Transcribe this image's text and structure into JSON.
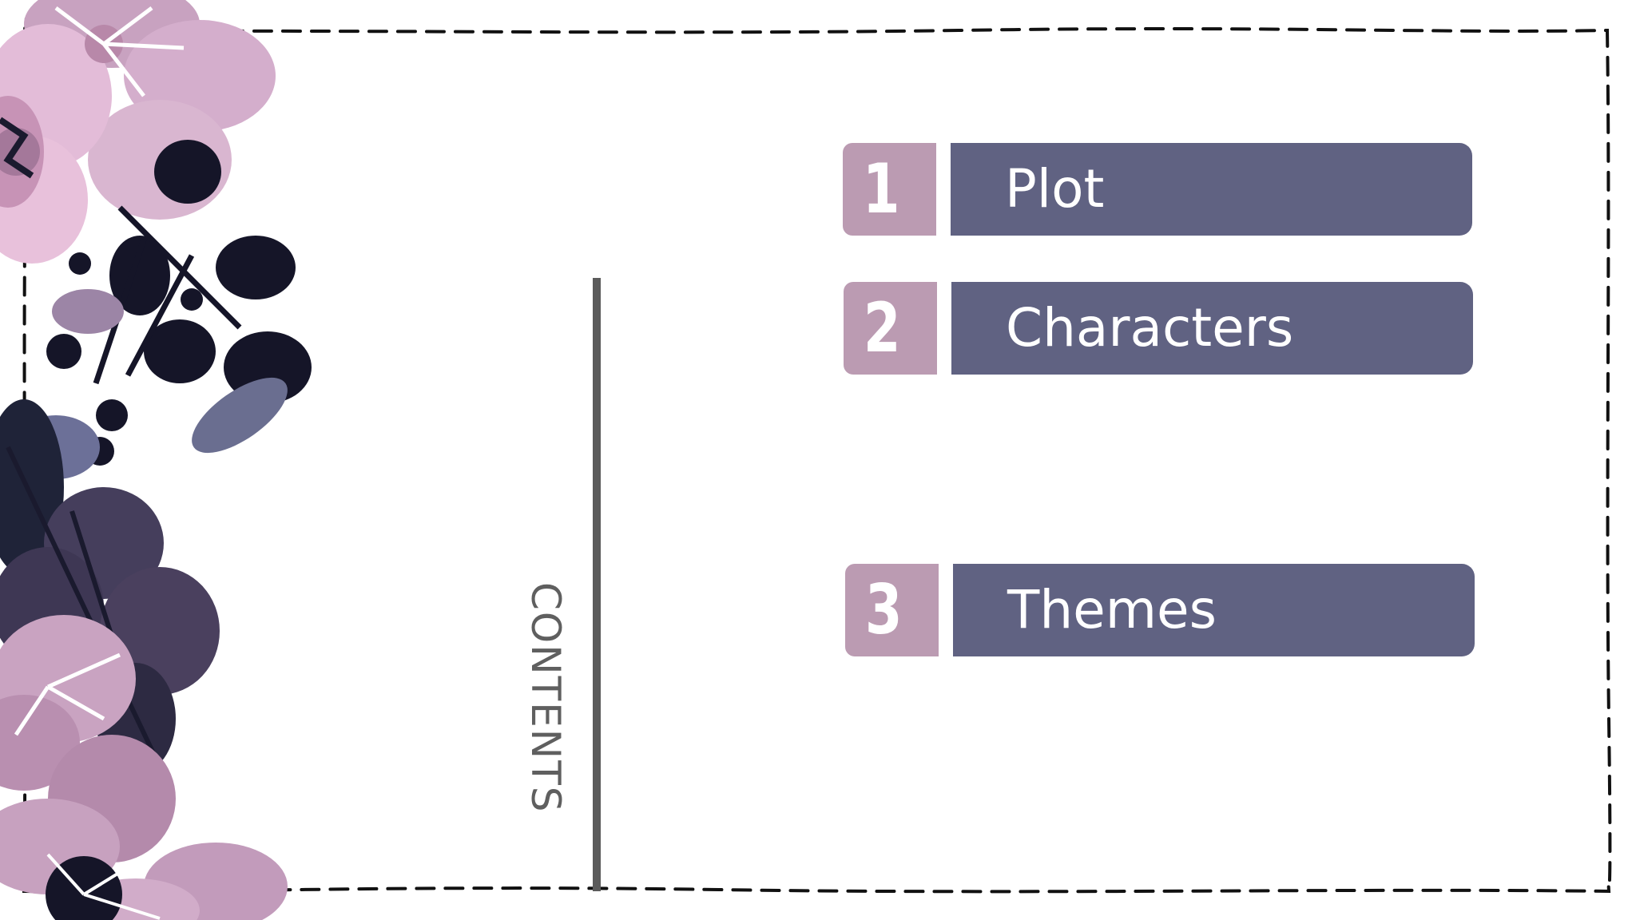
{
  "slide": {
    "heading": "CONTENTS",
    "items": [
      {
        "number": "1",
        "label": "Plot"
      },
      {
        "number": "2",
        "label": "Characters"
      },
      {
        "number": "3",
        "label": "Themes"
      }
    ]
  },
  "colors": {
    "number_box": "#bb9bb2",
    "label_bar": "#606282",
    "divider": "#5b5b5b",
    "heading_text": "#5f5f5f",
    "frame_dashes": "#111111"
  },
  "decoration": {
    "left_edge": "floral-illustration",
    "border": "hand-drawn-dashed-frame"
  }
}
